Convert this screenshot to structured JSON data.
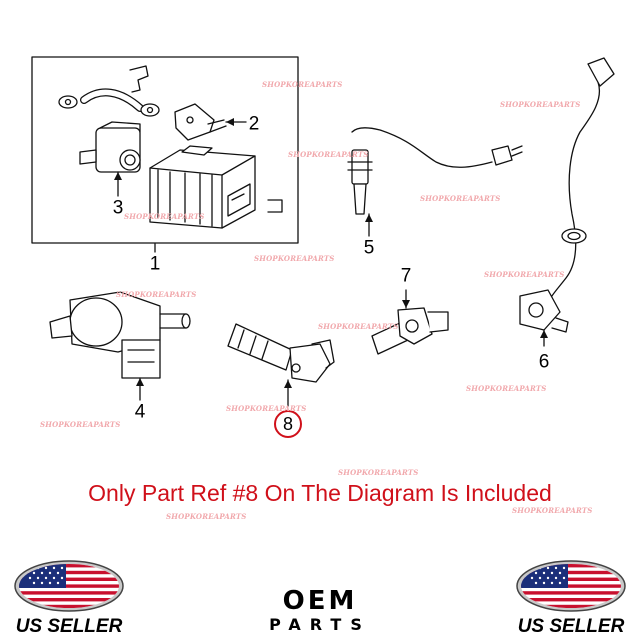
{
  "diagram": {
    "callouts": [
      {
        "id": "1",
        "label": "1"
      },
      {
        "id": "2",
        "label": "2"
      },
      {
        "id": "3",
        "label": "3"
      },
      {
        "id": "4",
        "label": "4"
      },
      {
        "id": "5",
        "label": "5"
      },
      {
        "id": "6",
        "label": "6"
      },
      {
        "id": "7",
        "label": "7"
      },
      {
        "id": "8",
        "label": "8"
      }
    ],
    "highlighted_callout": "8",
    "watermark_text": "SHOPKOREAPARTS",
    "colors": {
      "highlight": "#d0101a",
      "watermark": "#f1a8ac",
      "line": "#111111"
    }
  },
  "notice": "Only Part Ref #8 On The Diagram Is Included",
  "badges": {
    "left_label": "US SELLER",
    "right_label": "US SELLER",
    "flag_icon": "us-flag-oval-icon"
  },
  "brand": {
    "oem": "OEM",
    "parts": "PARTS"
  }
}
